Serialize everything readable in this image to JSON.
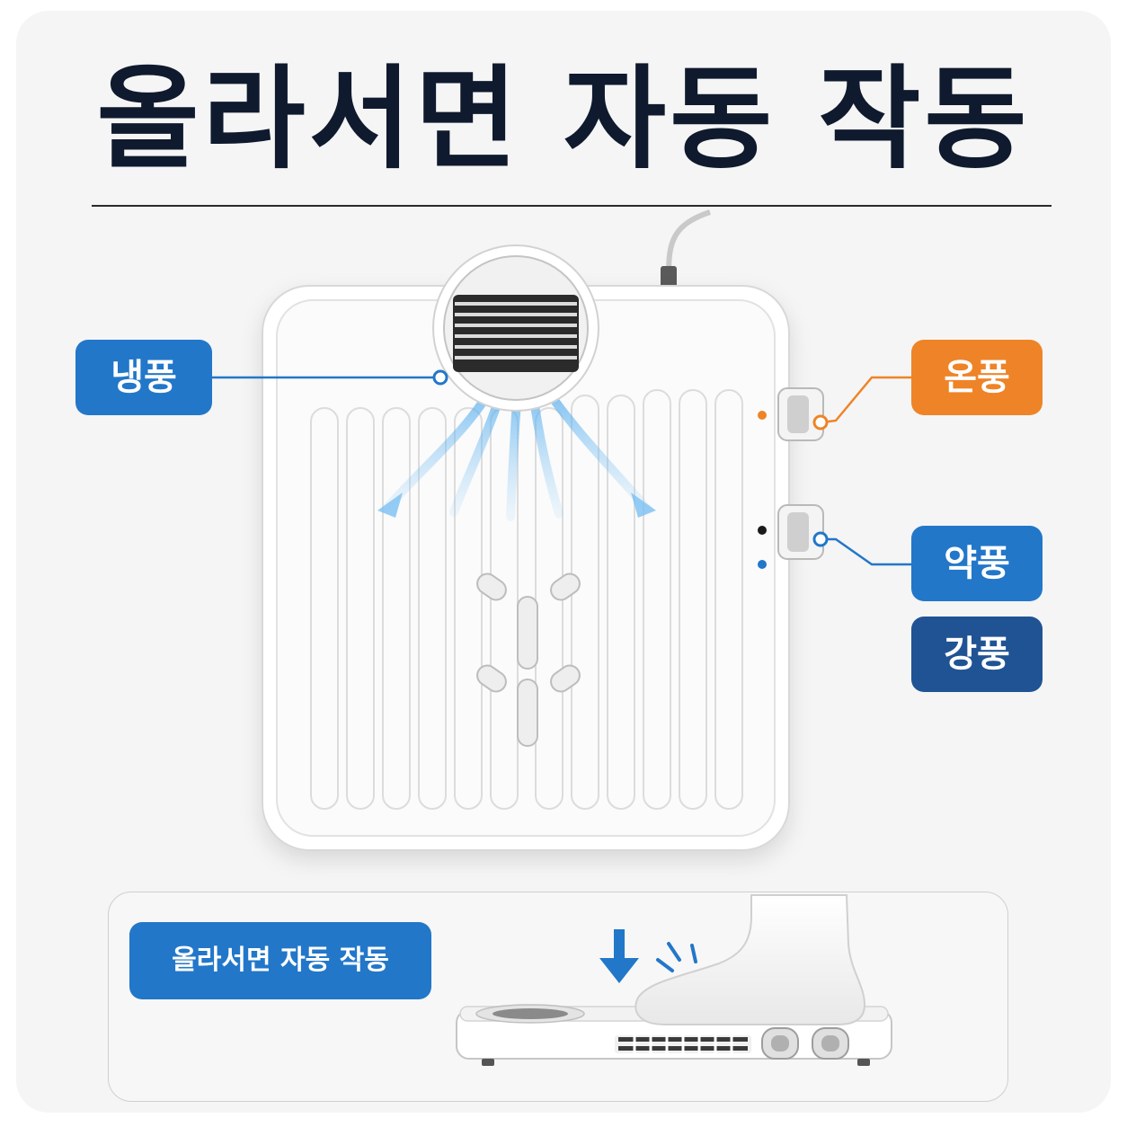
{
  "headline": "올라서면 자동 작동",
  "labels": {
    "cool": "냉풍",
    "warm": "온풍",
    "weak": "약풍",
    "strong": "강풍"
  },
  "inset": {
    "label": "올라서면 자동 작동"
  },
  "colors": {
    "cool_blue": "#2277c9",
    "warm_orange": "#ee8427",
    "strong_navy": "#1f5394",
    "title_navy": "#0f1a2e"
  }
}
